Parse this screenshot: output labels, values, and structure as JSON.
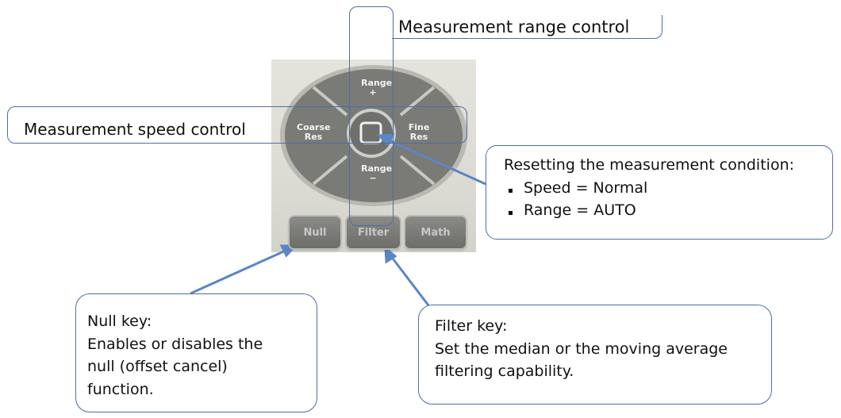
{
  "panel": {
    "keys": {
      "range_up": "Range\n+",
      "range_down": "Range\n−",
      "coarse_res": "Coarse\nRes",
      "fine_res": "Fine\nRes",
      "null": "Null",
      "filter": "Filter",
      "math": "Math"
    }
  },
  "callouts": {
    "range": "Measurement range control",
    "speed": "Measurement speed control",
    "reset": {
      "title": "Resetting the measurement condition:",
      "items": [
        "Speed = Normal",
        "Range = AUTO"
      ]
    },
    "null": {
      "lines": [
        "Null key:",
        "Enables or disables the",
        "null (offset cancel)",
        "function."
      ]
    },
    "filter": {
      "lines": [
        "Filter key:",
        "Set the median or the moving average",
        "filtering capability."
      ]
    }
  },
  "colors": {
    "callout_border": "#4a6fa5",
    "arrow": "#5b86c5",
    "panel": "#dcdbd4",
    "key": "#707070"
  }
}
